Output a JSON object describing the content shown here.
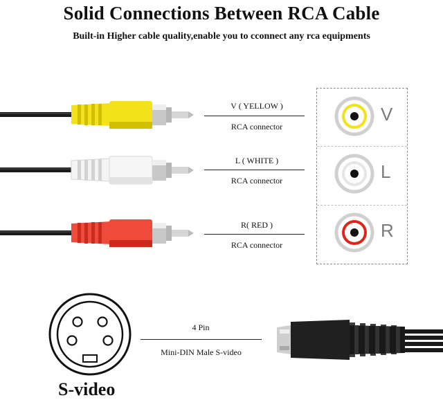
{
  "title": "Solid Connections Between RCA Cable",
  "subtitle": "Built-in Higher cable quality,enable you to cconnect any rca equipments",
  "connectors": [
    {
      "label": "V ( YELLOW )",
      "type": "RCA connector",
      "letter": "V",
      "color": "#f2e21a",
      "dark": "#d1bf00"
    },
    {
      "label": "L ( WHITE )",
      "type": "RCA connector",
      "letter": "L",
      "color": "#f4f4f4",
      "dark": "#cfcfcf"
    },
    {
      "label": "R( RED )",
      "type": "RCA connector",
      "letter": "R",
      "color": "#f04a3a",
      "dark": "#c92c1e"
    }
  ],
  "svideo": {
    "pin_label": "4 Pin",
    "connector_label": "Mini-DIN Male S-video",
    "name": "S-video"
  }
}
